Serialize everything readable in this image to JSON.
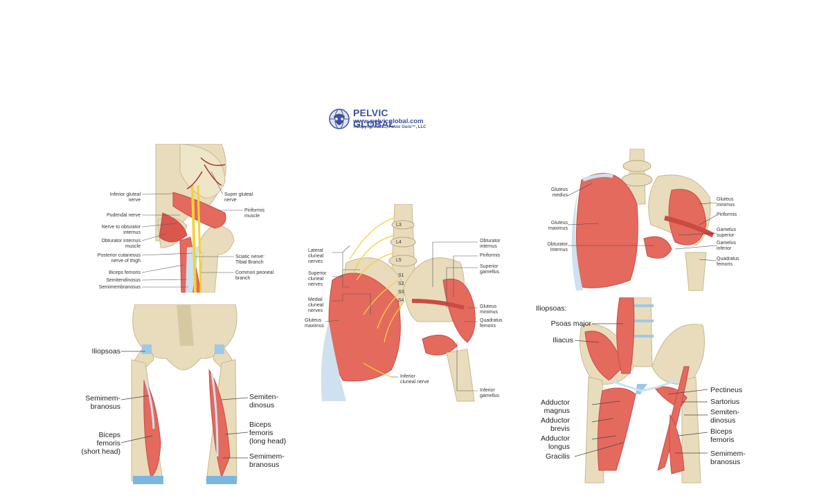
{
  "logo": {
    "title": "PELVIC GLOBAL",
    "url": "www.pelvicglobal.com",
    "copyright": "©Copyright 2021, Pelvic Guru™, LLC"
  },
  "panel_top_left": {
    "labels": [
      "Inferior gluteal\nnerve",
      "Pudendal nerve",
      "Nerve to obturator\ninternus",
      "Obturator internus\nmuscle",
      "Posterior cutaneous\nnerve of thigh",
      "Biceps femoris",
      "Semitendinosus",
      "Semimembranosus",
      "Super gluteal\nnerve",
      "Piriformis\nmuscle",
      "Sciatic nerve:\nTibial Branch",
      "Common peoneal\nbranch"
    ]
  },
  "panel_bottom_left": {
    "labels": [
      "Iliopsoas",
      "Semimem-\nbranosus",
      "Biceps\nfemoris\n(short head)",
      "Semiten-\ndinosus",
      "Biceps\nfemoris\n(long head)",
      "Semimem-\nbranosus"
    ]
  },
  "panel_center": {
    "labels": [
      "Lateral\ncluneal\nnerves",
      "Superior\ncluneal\nnerves",
      "Medial\ncluneal\nnerves",
      "Gluteus\nmaximus",
      "Obturator\ninternus",
      "Piriformis",
      "Superior\ngamellus",
      "Gluteus\nminimus",
      "Quadratus\nfemoris",
      "Inferior\ngamellus",
      "Inferior\ncluneal nerve"
    ],
    "vertebrae": [
      "L3",
      "L4",
      "L5",
      "S1",
      "S2",
      "S3",
      "S4"
    ]
  },
  "panel_top_right": {
    "labels": [
      "Gluteus\nmedius",
      "Gluteus\nmaximus",
      "Obturator\nInternus",
      "Gluteus\nminimus",
      "Piriformis",
      "Gamelus\nsuperior",
      "Gamelus\ninferior",
      "Quadratus\nfemoris"
    ]
  },
  "panel_bottom_right": {
    "labels": [
      "Iliopsoas:",
      "Psoas major",
      "Iliacus",
      "Adductor\nmagnus",
      "Adductor\nbrevis",
      "Adductor\nlongus",
      "Gracilis",
      "Pectineus",
      "Sartorius",
      "Semiten-\ndinosus",
      "Biceps\nfemoris",
      "Semimem-\nbranosus"
    ]
  },
  "colors": {
    "bone": "#e8dcbc",
    "bone_shade": "#c9b98e",
    "muscle": "#e46a5e",
    "muscle_dark": "#c94b42",
    "tendon": "#c9dcee",
    "nerve": "#f2d23c",
    "brand": "#3d4fa0"
  }
}
